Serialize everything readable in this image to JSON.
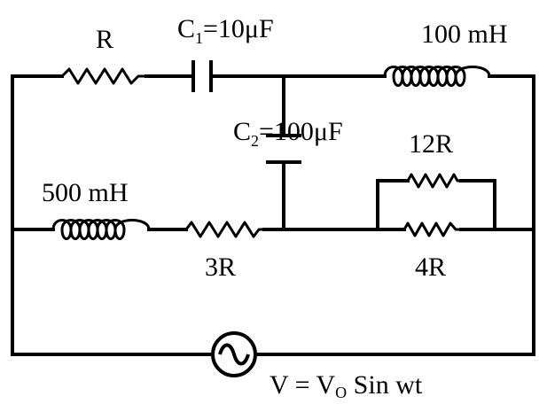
{
  "labels": {
    "r_top": "R",
    "c1": {
      "base": "C",
      "sub": "1",
      "value": "=10μF"
    },
    "l_top": "100 mH",
    "c2": {
      "base": "C",
      "sub": "2",
      "value": "=100μF"
    },
    "r_12": "12R",
    "l_left": "500 mH",
    "r_3": "3R",
    "r_4": "4R",
    "source": {
      "pre": "V = V",
      "sub": "O",
      "post": " Sin wt"
    }
  }
}
